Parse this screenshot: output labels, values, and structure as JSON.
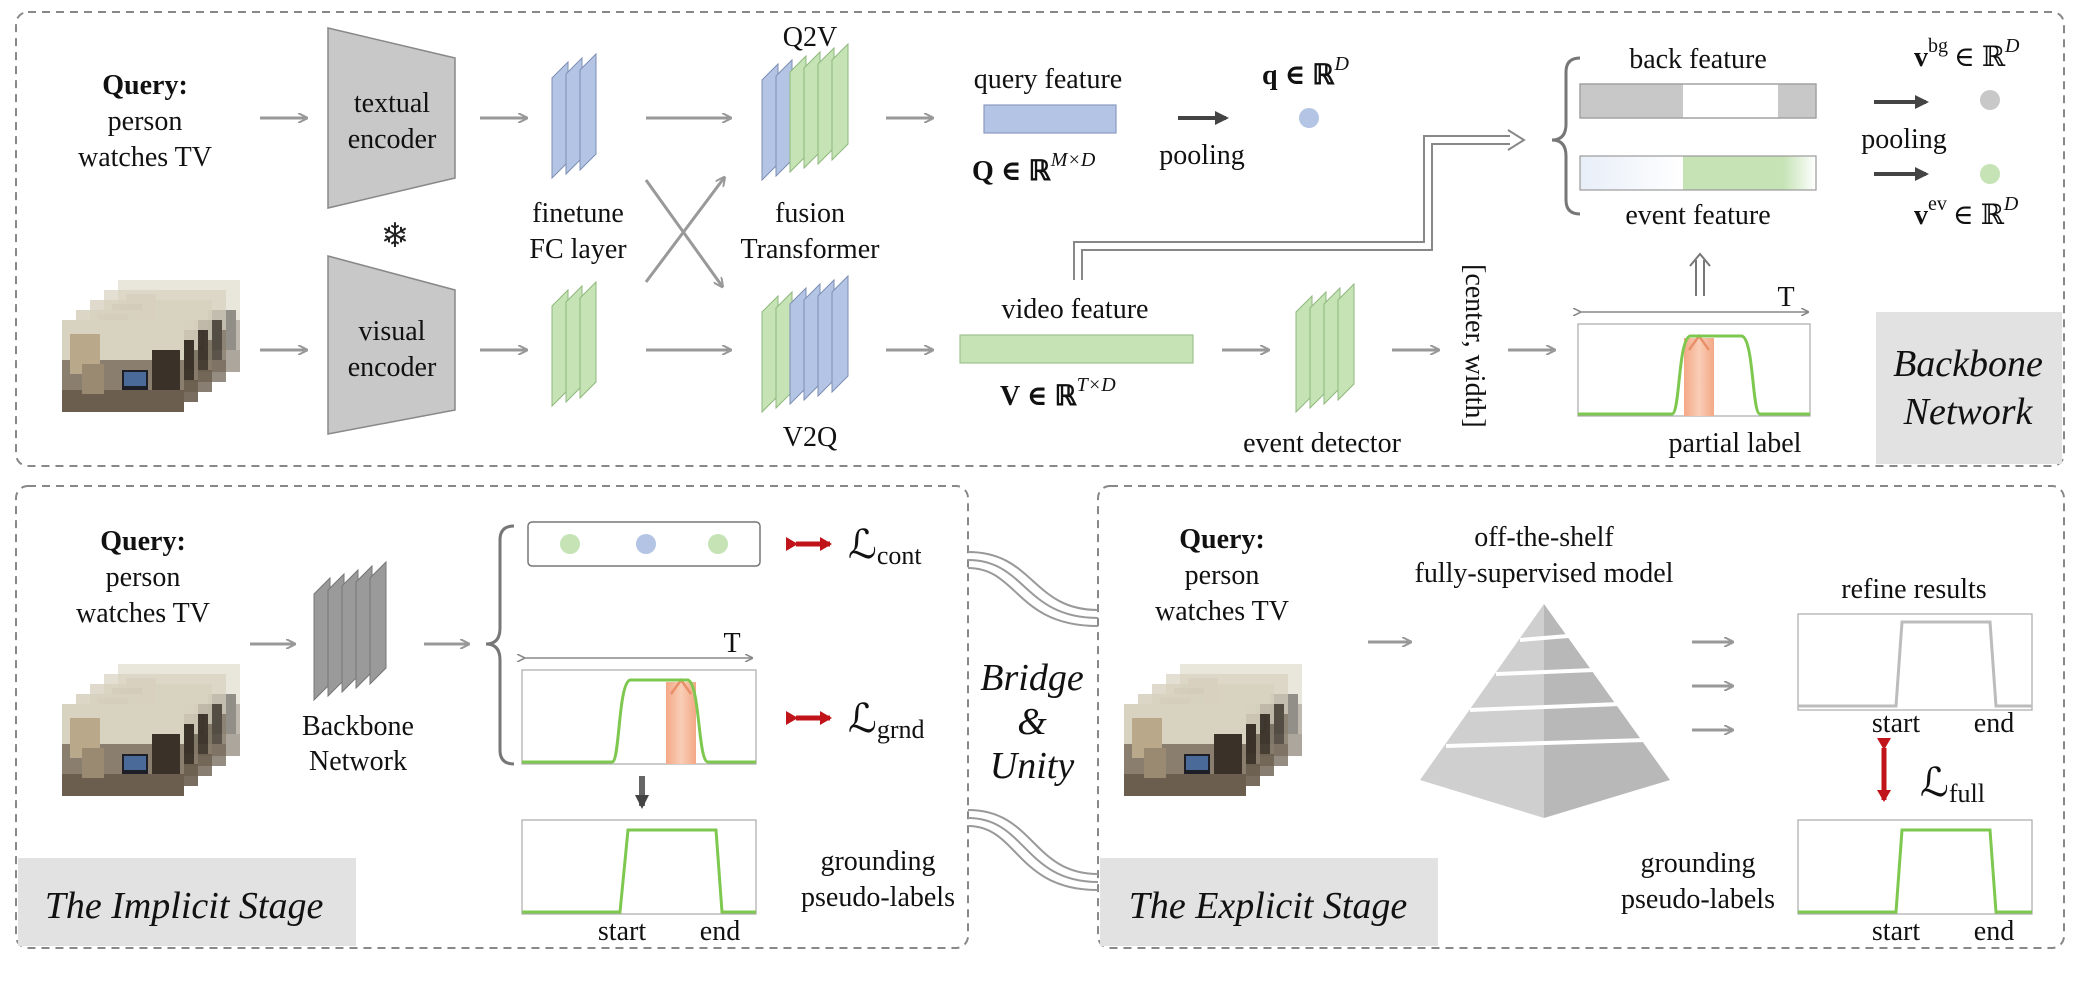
{
  "backbone": {
    "query_label": "Query:",
    "query_text_1": "person",
    "query_text_2": "watches TV",
    "textual_encoder_1": "textual",
    "textual_encoder_2": "encoder",
    "visual_encoder_1": "visual",
    "visual_encoder_2": "encoder",
    "frozen_symbol": "❄",
    "finetune_1": "finetune",
    "finetune_2": "FC layer",
    "q2v": "Q2V",
    "v2q": "V2Q",
    "fusion_1": "fusion",
    "fusion_2": "Transformer",
    "query_feature": "query feature",
    "query_feature_math": "Q ∈ ℝ",
    "query_feature_sup": "M×D",
    "pooling": "pooling",
    "q_vec": "q ∈ ℝ",
    "q_vec_sup": "D",
    "video_feature": "video feature",
    "video_feature_math": "V ∈ ℝ",
    "video_feature_sup": "T×D",
    "event_detector": "event detector",
    "center_width": "[center, width]",
    "back_feature": "back feature",
    "event_feature": "event feature",
    "pooling2": "pooling",
    "v_bg": "v",
    "v_bg_sup": "bg",
    "v_bg_space": "∈ ℝ",
    "v_bg_space_sup": "D",
    "v_ev": "v",
    "v_ev_sup": "ev",
    "v_ev_space": "∈ ℝ",
    "v_ev_space_sup": "D",
    "t_label": "T",
    "partial_label": "partial label",
    "title_1": "Backbone",
    "title_2": "Network"
  },
  "implicit": {
    "query_label": "Query:",
    "query_text_1": "person",
    "query_text_2": "watches TV",
    "backbone_1": "Backbone",
    "backbone_2": "Network",
    "t_label": "T",
    "loss_cont": "ℒ",
    "loss_cont_sub": "cont",
    "loss_grnd": "ℒ",
    "loss_grnd_sub": "grnd",
    "grounding_1": "grounding",
    "grounding_2": "pseudo-labels",
    "start": "start",
    "end": "end",
    "title": "The Implicit Stage"
  },
  "bridge": {
    "line1": "Bridge",
    "line2": "&",
    "line3": "Unity"
  },
  "explicit": {
    "query_label": "Query:",
    "query_text_1": "person",
    "query_text_2": "watches TV",
    "model_1": "off-the-shelf",
    "model_2": "fully-supervised model",
    "refine": "refine results",
    "start": "start",
    "end": "end",
    "loss_full": "ℒ",
    "loss_full_sub": "full",
    "grounding_1": "grounding",
    "grounding_2": "pseudo-labels",
    "start2": "start",
    "end2": "end",
    "title": "The Explicit Stage"
  },
  "colors": {
    "blue": "#b4c4e4",
    "green": "#c5e3b5",
    "gray": "#c8c8c8",
    "curve_green": "#7ec850",
    "orange": "#f6b99a",
    "red": "#c0141a",
    "frame": "#888888"
  }
}
